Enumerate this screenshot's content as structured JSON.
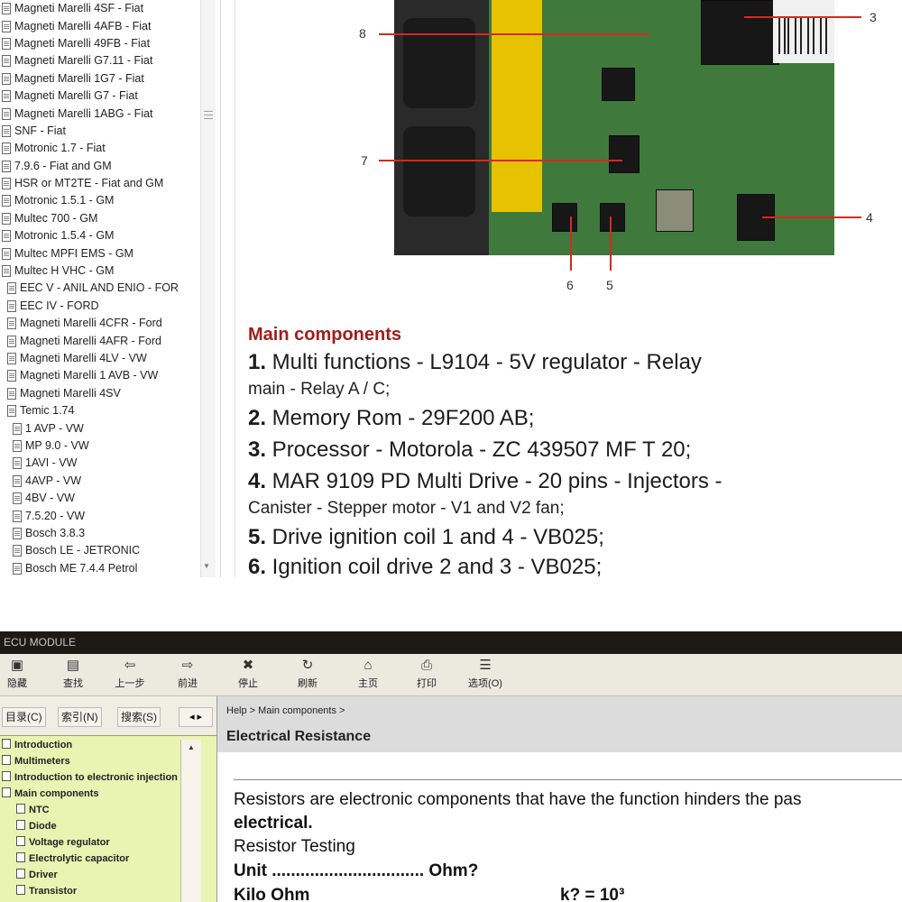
{
  "manual": {
    "tree_items": [
      "Magneti Marelli 4SF - Fiat",
      "Magneti Marelli 4AFB - Fiat",
      "Magneti Marelli 49FB - Fiat",
      "Magneti Marelli G7.11 - Fiat",
      "Magneti Marelli 1G7 - Fiat",
      "Magneti Marelli G7 - Fiat",
      "Magneti Marelli 1ABG - Fiat",
      "SNF - Fiat",
      "Motronic 1.7 - Fiat",
      "7.9.6 - Fiat and GM",
      "HSR or MT2TE - Fiat and GM",
      "Motronic 1.5.1 - GM",
      "Multec 700 - GM",
      "Motronic 1.5.4 - GM",
      "Multec MPFI EMS - GM",
      "Multec H VHC - GM",
      "EEC V - ANIL AND ENIO - FOR",
      "EEC IV - FORD",
      "Magneti Marelli 4CFR - Ford",
      "Magneti Marelli 4AFR - Ford",
      "Magneti Marelli 4LV - VW",
      "Magneti Marelli 1 AVB - VW",
      "Magneti Marelli 4SV",
      "Temic 1.74",
      "1 AVP - VW",
      "MP 9.0 - VW",
      "1AVI - VW",
      "4AVP - VW",
      "4BV - VW",
      "7.5.20 - VW",
      "Bosch 3.8.3",
      "Bosch LE - JETRONIC",
      "Bosch ME 7.4.4 Petrol"
    ],
    "callouts": [
      "8",
      "7",
      "3",
      "4",
      "6",
      "5"
    ],
    "section_title": "Main components",
    "components": [
      {
        "num": "1.",
        "text": " Multi functions - L9104 - 5V regulator - Relay",
        "sub": "main - Relay A / C;"
      },
      {
        "num": "2.",
        "text": " Memory Rom - 29F200 AB;"
      },
      {
        "num": "3.",
        "text": " Processor - Motorola - ZC 439507 MF T 20;"
      },
      {
        "num": "4.",
        "text": " MAR 9109 PD Multi Drive - 20 pins - Injectors -",
        "sub": "Canister - Stepper motor - V1 and V2 fan;"
      },
      {
        "num": "5.",
        "text": " Drive ignition coil 1 and 4 - VB025;"
      },
      {
        "num": "6.",
        "text": " Ignition coil drive 2 and 3 - VB025;"
      }
    ]
  },
  "app": {
    "window_title": "ECU MODULE",
    "toolbar": [
      {
        "label": "隐藏",
        "icon": "hide-icon"
      },
      {
        "label": "查找",
        "icon": "locate-icon"
      },
      {
        "label": "上一步",
        "icon": "back-icon"
      },
      {
        "label": "前进",
        "icon": "forward-icon"
      },
      {
        "label": "停止",
        "icon": "stop-icon"
      },
      {
        "label": "刷新",
        "icon": "refresh-icon"
      },
      {
        "label": "主页",
        "icon": "home-icon"
      },
      {
        "label": "打印",
        "icon": "print-icon"
      },
      {
        "label": "选项(O)",
        "icon": "options-icon"
      }
    ],
    "tabs": [
      "目录(C)",
      "索引(N)",
      "搜索(S)"
    ],
    "nav_arrows": "◂ ▸",
    "nav_tree": [
      "Introduction",
      "Multimeters",
      "Introduction to electronic injection",
      "Main components",
      "NTC",
      "Diode",
      "Voltage regulator",
      "Electrolytic capacitor",
      "Driver",
      "Transistor"
    ],
    "breadcrumb": "Help > Main components >",
    "page_title": "Electrical Resistance",
    "content": {
      "line1": "Resistors are electronic components that have the function hinders the pas",
      "line2": "electrical.",
      "line3": "Resistor Testing",
      "unit_label": "Unit ................................ Ohm?",
      "kilo_label": "Kilo Ohm",
      "kilo_value": "k? = 10³"
    }
  }
}
